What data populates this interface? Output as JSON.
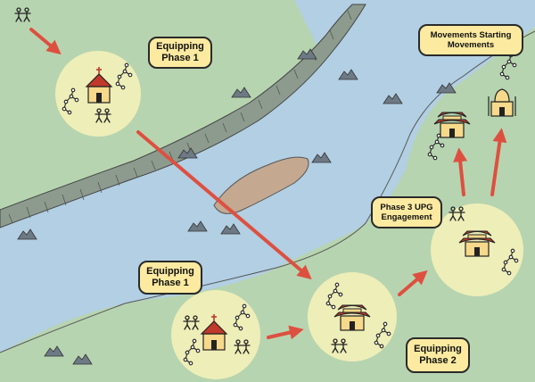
{
  "labels": {
    "equip1_top": {
      "line1": "Equipping",
      "line2": "Phase 1"
    },
    "equip1_bottom": {
      "line1": "Equipping",
      "line2": "Phase 1"
    },
    "equip2": {
      "line1": "Equipping",
      "line2": "Phase 2"
    },
    "phase3": {
      "line1": "Phase 3 UPG",
      "line2": "Engagement"
    },
    "movements": {
      "line1": "Movements Starting",
      "line2": "Movements"
    }
  },
  "colors": {
    "land": "#b7d4b0",
    "sea": "#b2cfe3",
    "circle": "#f2f0b8",
    "arrow": "#dd5040",
    "label_fill": "#fbeaa0",
    "roof": "#c0392b"
  },
  "icons": [
    "people-icon",
    "church-icon",
    "network-icon",
    "temple-icon",
    "mosque-icon",
    "mountain-icon",
    "island"
  ]
}
